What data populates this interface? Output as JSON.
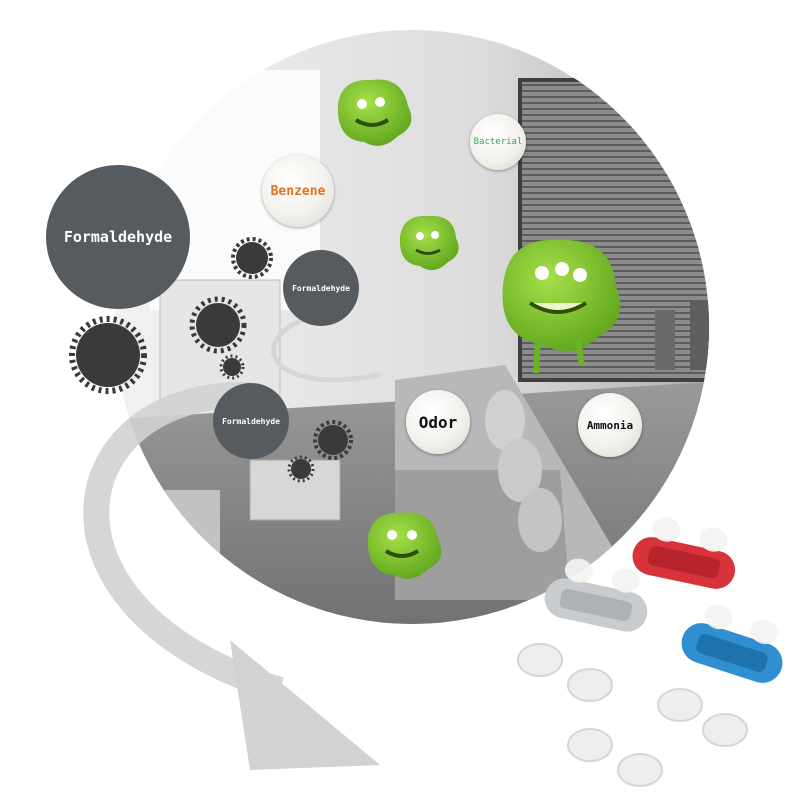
{
  "labels": {
    "formaldehyde_large": "Formaldehyde",
    "formaldehyde_mid": "Formaldehyde",
    "formaldehyde_small": "Formaldehyde",
    "benzene": "Benzene",
    "bacterial": "Bacterial",
    "odor": "Odor",
    "ammonia": "Ammonia"
  },
  "colors": {
    "dark_bubble": "#565b60",
    "benzene_text": "#e0731f",
    "bacterial_text": "#27b15a",
    "microbe_green": "#78c22a",
    "dust_particle": "#3a3a3a",
    "filter_red": "#d8323a",
    "filter_gray": "#c9cccf",
    "filter_blue": "#2f8fd0",
    "arrow_gray": "#d2d2d2"
  },
  "icons": [
    "green-microbe-icon",
    "dust-particle-icon",
    "nose-filter-icon",
    "curved-arrow-icon"
  ]
}
